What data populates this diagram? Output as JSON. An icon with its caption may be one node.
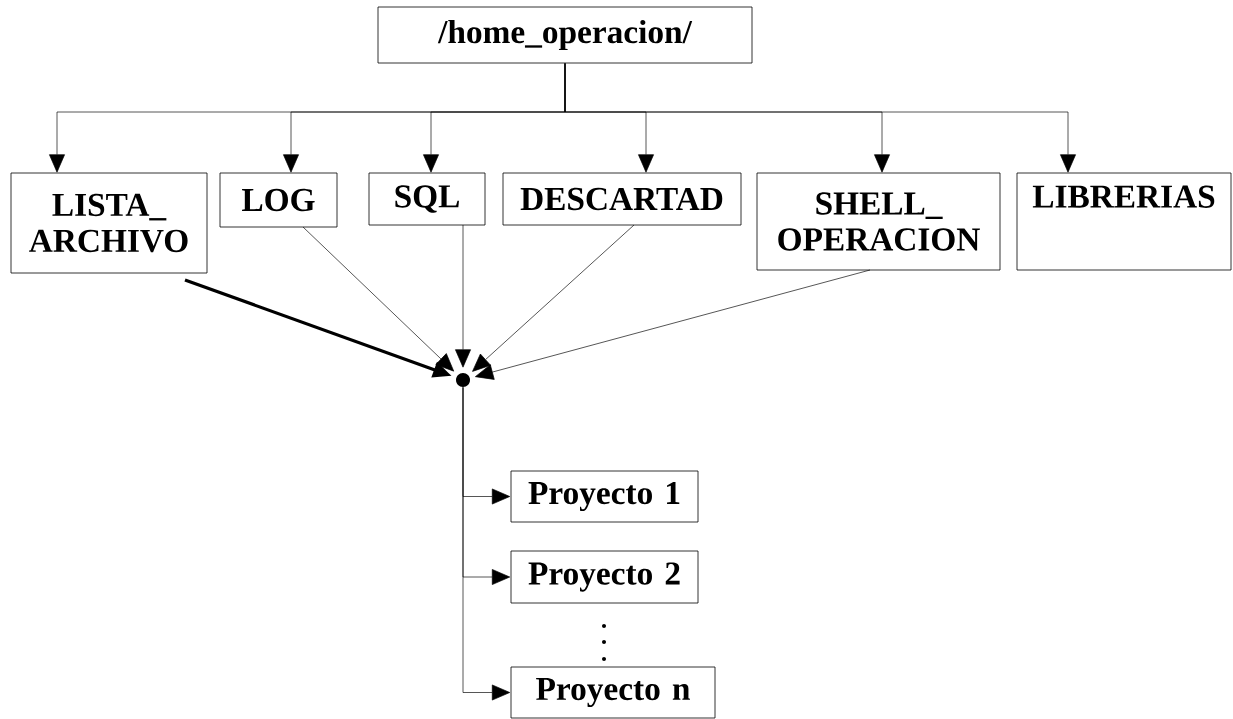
{
  "diagram": {
    "nodes": [
      {
        "text": [
          "/home_operacion/"
        ]
      },
      {
        "text": [
          "LISTA_ ARCHIVO"
        ]
      },
      {
        "text": [
          "LOG"
        ]
      },
      {
        "text": [
          "SQL"
        ]
      },
      {
        "text": [
          "DESCARTAD"
        ]
      },
      {
        "text": [
          "SHELL_ OPERACION"
        ]
      },
      {
        "text": [
          "LIBRERIAS"
        ]
      },
      {
        "text": [],
        "shape": "circle"
      },
      {
        "text": [
          "Proyecto 1"
        ]
      },
      {
        "text": [
          "Proyecto 2"
        ]
      },
      {
        "text": [
          "Proyecto n"
        ]
      }
    ],
    "edges": [
      {
        "from": 0,
        "to": 1,
        "arrow": "to"
      },
      {
        "from": 0,
        "to": 2,
        "arrow": "to"
      },
      {
        "from": 0,
        "to": 3,
        "arrow": "to"
      },
      {
        "from": 0,
        "to": 4,
        "arrow": "to"
      },
      {
        "from": 0,
        "to": 5,
        "arrow": "to"
      },
      {
        "from": 0,
        "to": 6,
        "arrow": "to"
      },
      {
        "from": 1,
        "to": 7,
        "arrow": "to",
        "style": "thick"
      },
      {
        "from": 2,
        "to": 7,
        "arrow": "to"
      },
      {
        "from": 3,
        "to": 7,
        "arrow": "to"
      },
      {
        "from": 4,
        "to": 7,
        "arrow": "to"
      },
      {
        "from": 5,
        "to": 7,
        "arrow": "to"
      },
      {
        "from": 7,
        "to": 8,
        "arrow": "to"
      },
      {
        "from": 7,
        "to": 9,
        "arrow": "to"
      },
      {
        "from": 7,
        "to": 10,
        "arrow": "to"
      }
    ]
  }
}
